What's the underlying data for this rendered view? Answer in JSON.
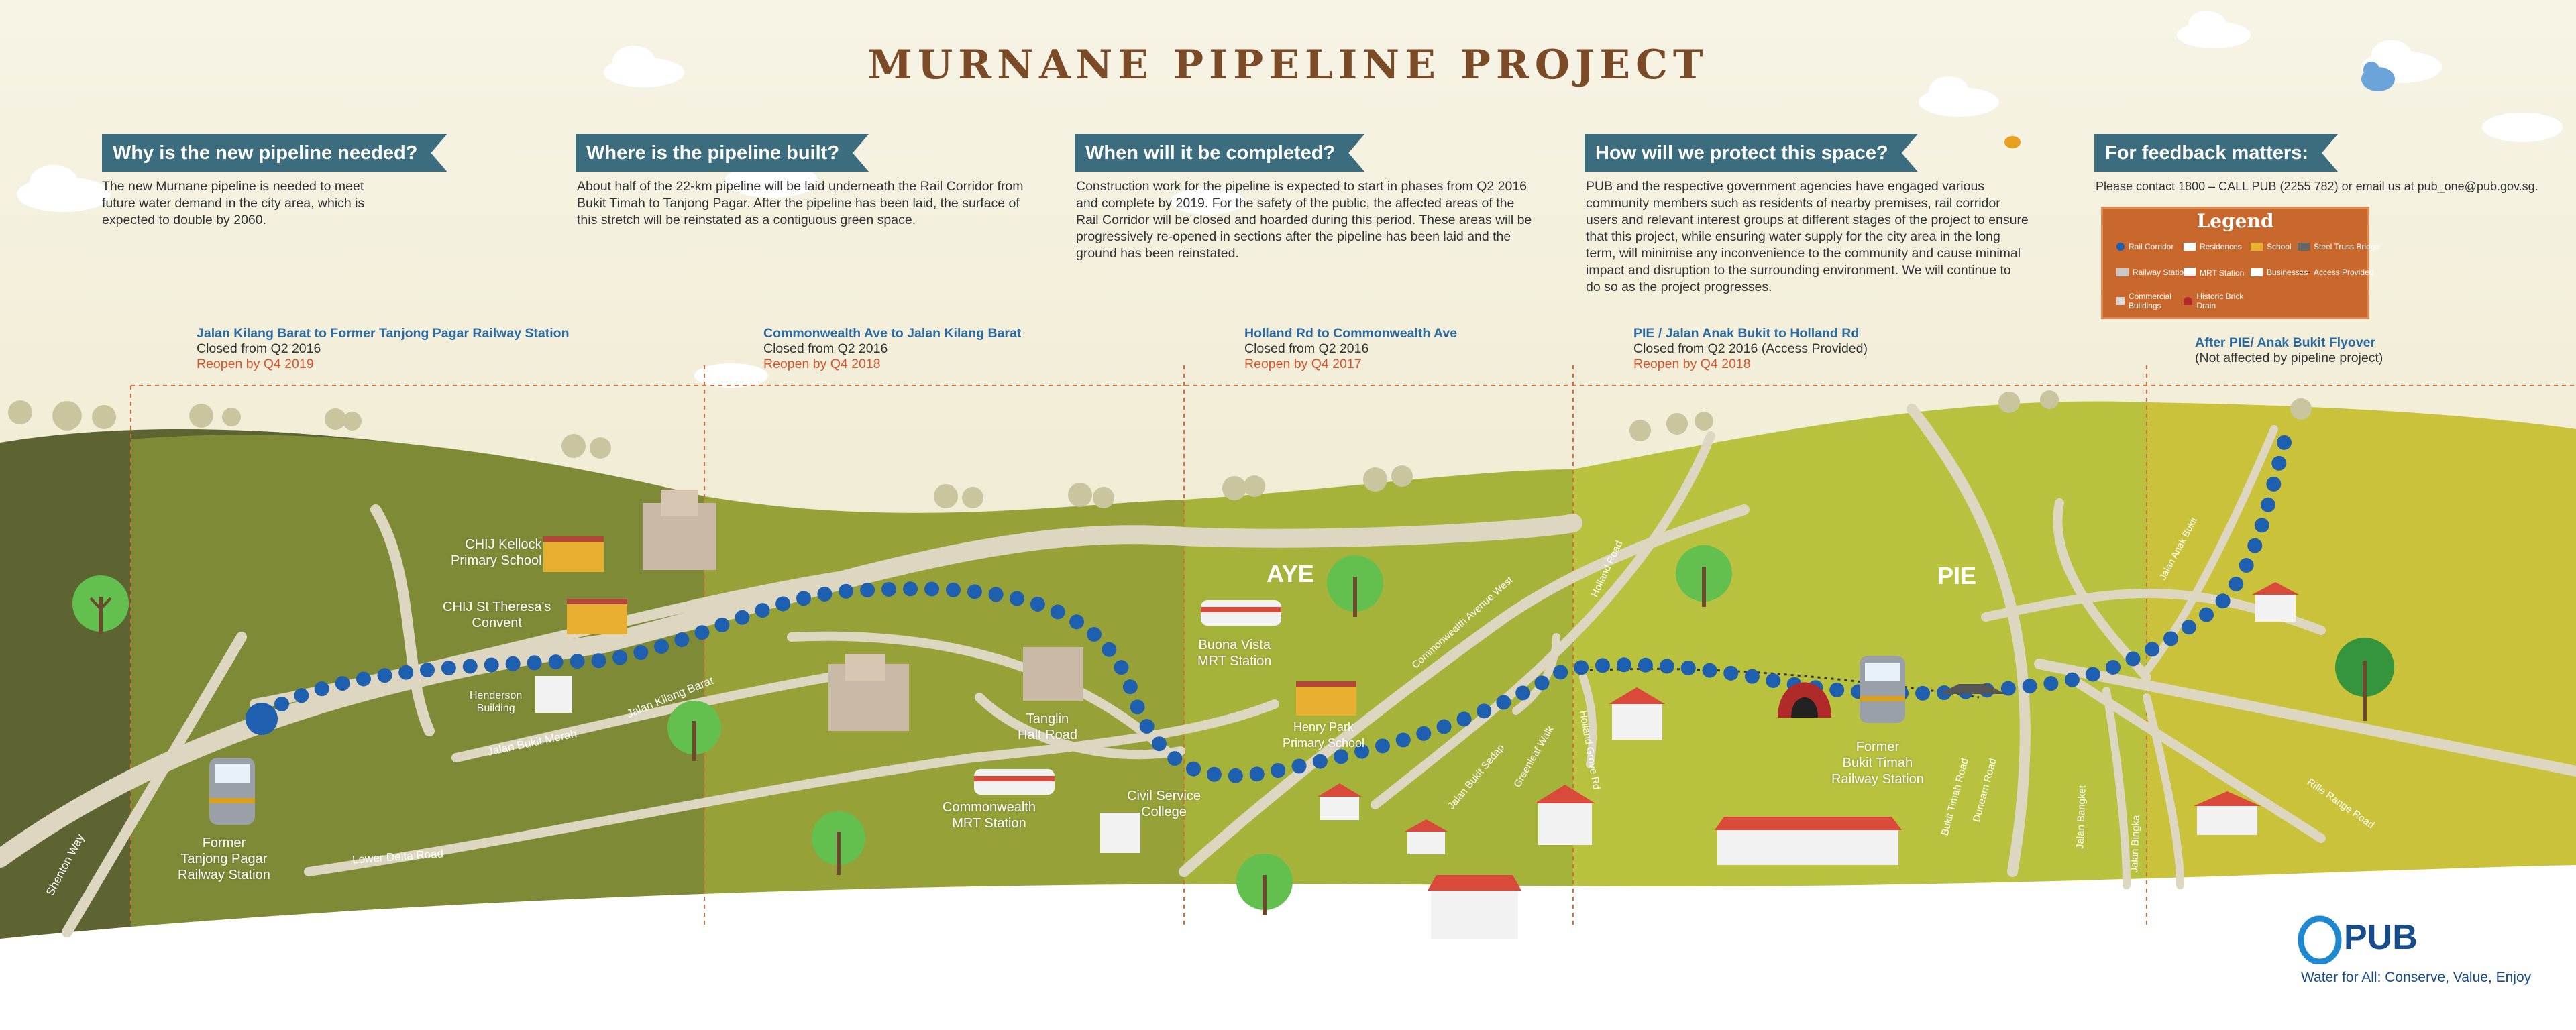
{
  "title": "MURNANE PIPELINE PROJECT",
  "questions": [
    {
      "heading": "Why is the new pipeline needed?",
      "body": "The new Murnane pipeline is needed to meet future water demand in the city area, which is expected to double by 2060."
    },
    {
      "heading": "Where is the pipeline built?",
      "body": "About half of the 22-km pipeline will be laid underneath the Rail Corridor from Bukit Timah to Tanjong Pagar. After the pipeline has been laid, the surface of this stretch will be reinstated as a contiguous green space."
    },
    {
      "heading": "When will it be completed?",
      "body": "Construction work for the pipeline is expected to start in phases from Q2 2016 and complete by 2019. For the safety of the public, the affected areas of the Rail Corridor will be closed and hoarded during this period. These areas will be progressively re-opened in sections after the pipeline has been laid and the ground has been reinstated."
    },
    {
      "heading": "How will we protect this space?",
      "body": "PUB and the respective government agencies have engaged various community members such as residents of nearby premises, rail corridor users and relevant interest groups at different stages of the project to ensure that this project, while ensuring water supply for the city area in the long term, will minimise any inconvenience to the community and cause minimal impact and disruption to the surrounding environment. We will continue to do so as the project progresses."
    },
    {
      "heading": "For feedback matters:",
      "body": "Please contact 1800 – CALL PUB (2255 782) or email us at pub_one@pub.gov.sg."
    }
  ],
  "sections": [
    {
      "name": "Jalan Kilang Barat to Former Tanjong Pagar Railway Station",
      "closed": "Closed from Q2 2016",
      "reopen": "Reopen by Q4 2019"
    },
    {
      "name": "Commonwealth Ave to Jalan Kilang Barat",
      "closed": "Closed from Q2 2016",
      "reopen": "Reopen by Q4 2018"
    },
    {
      "name": "Holland Rd to Commonwealth Ave",
      "closed": "Closed from Q2 2016",
      "reopen": "Reopen by Q4 2017"
    },
    {
      "name": "PIE / Jalan Anak Bukit to Holland Rd",
      "closed": "Closed from Q2 2016 (Access Provided)",
      "reopen": "Reopen by Q4 2018"
    },
    {
      "name": "After PIE/ Anak Bukit Flyover",
      "closed": "(Not affected by pipeline project)",
      "reopen": ""
    }
  ],
  "legend": {
    "title": "Legend",
    "items": [
      "Rail Corridor",
      "Residences",
      "School",
      "Steel Truss Bridge",
      "Railway Station",
      "MRT Station",
      "Businesses",
      "Access Provided",
      "Commercial Buildings",
      "Historic Brick Drain"
    ],
    "colors": [
      "#1e5fb0",
      "#ffffff",
      "#e8b030",
      "#666666",
      "#c9c9c9",
      "#d94a3a",
      "#ffffff",
      "#333333",
      "#d9d9d9",
      "#b02a2a"
    ]
  },
  "places": {
    "chij_kellock": "CHIJ Kellock\nPrimary School",
    "chij_theresa": "CHIJ St Theresa's\nConvent",
    "henderson": "Henderson\nBuilding",
    "tanjong_pagar": "Former\nTanjong Pagar\nRailway Station",
    "commonwealth_mrt": "Commonwealth\nMRT Station",
    "tanglin_halt": "Tanglin\nHalt Road",
    "civil_service": "Civil Service\nCollege",
    "buona_vista": "Buona Vista\nMRT Station",
    "henry_park": "Henry Park\nPrimary School",
    "bukit_timah_station": "Former\nBukit Timah\nRailway Station",
    "aye": "AYE",
    "pie": "PIE"
  },
  "roads": {
    "shenton": "Shenton Way",
    "kilang_barat": "Jalan Kilang Barat",
    "bukit_merah": "Jalan Bukit Merah",
    "lower_delta": "Lower Delta Road",
    "commonwealth_west": "Commonwealth Avenue West",
    "bukit_sedap": "Jalan Bukit Sedap",
    "greenleaf": "Greenleaf Walk",
    "holland_grove": "Holland Grove Rd",
    "holland_road": "Holland Road",
    "bukit_timah_road": "Bukit Timah Road",
    "dunearn": "Dunearn Road",
    "bangket": "Jalan Bangket",
    "bingka": "Jalan Bingka",
    "rifle_range": "Rifle Range Road",
    "anak_bukit": "Jalan Anak Bukit"
  },
  "brand": {
    "logo": "PUB",
    "tagline": "Water for All: Conserve, Value, Enjoy"
  },
  "colors": {
    "title": "#7b4a26",
    "question_bg": "#3c6d7e",
    "pipeline": "#1e5fb0",
    "reopen": "#d9532a",
    "section_name": "#2a6aa5"
  }
}
